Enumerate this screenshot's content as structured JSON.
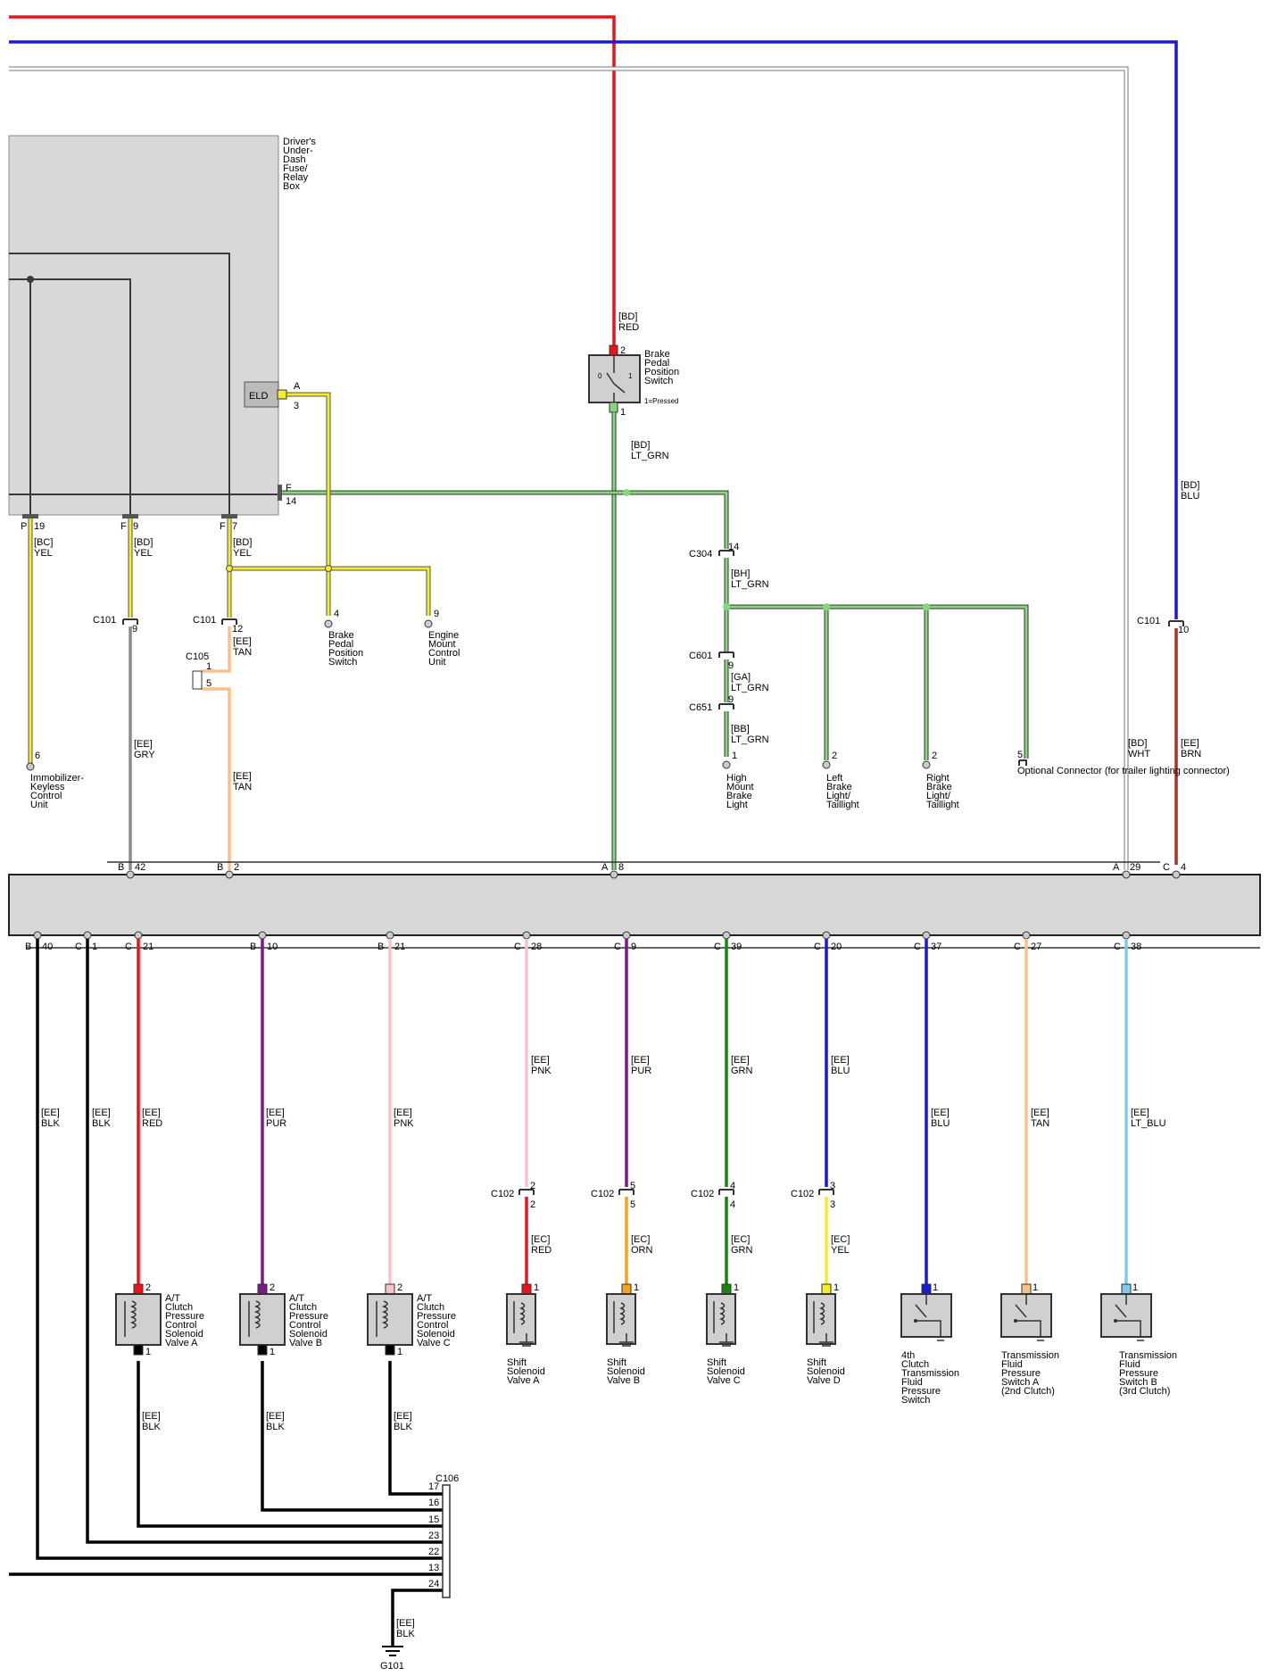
{
  "colors": {
    "RED": "#e8141c",
    "BLU": "#1a1ad2",
    "YEL": "#f2ee2a",
    "LT_GRN": "#88d67f",
    "GRY": "#8c8c8c",
    "TAN": "#f9c08c",
    "BRN": "#a8332e",
    "WHT": "#e2e2e2",
    "BLK": "#000000",
    "PUR": "#7b1a86",
    "PNK": "#f5c3c8",
    "GRN": "#16860e",
    "ORN": "#f2a41c",
    "LT_BLU": "#82c8ea",
    "BOX": "#d8d8d8",
    "DARK": "#3a3a3a"
  },
  "fuse_box": {
    "lines": [
      "Driver's",
      "Under-",
      "Dash",
      "Fuse/",
      "Relay",
      "Box"
    ],
    "eld": "ELD"
  },
  "pcm_strip_pins": {
    "top": [
      {
        "conn": "B",
        "pin": "42"
      },
      {
        "conn": "B",
        "pin": "2"
      },
      {
        "conn": "A",
        "pin": "8"
      },
      {
        "conn": "A",
        "pin": "29"
      },
      {
        "conn": "C",
        "pin": "4"
      }
    ],
    "bottom": [
      {
        "conn": "B",
        "pin": "40"
      },
      {
        "conn": "C",
        "pin": "1"
      },
      {
        "conn": "C",
        "pin": "21"
      },
      {
        "conn": "B",
        "pin": "10"
      },
      {
        "conn": "B",
        "pin": "21"
      },
      {
        "conn": "C",
        "pin": "28"
      },
      {
        "conn": "C",
        "pin": "9"
      },
      {
        "conn": "C",
        "pin": "39"
      },
      {
        "conn": "C",
        "pin": "20"
      },
      {
        "conn": "C",
        "pin": "37"
      },
      {
        "conn": "C",
        "pin": "27"
      },
      {
        "conn": "C",
        "pin": "38"
      }
    ]
  },
  "fuse_pins": [
    {
      "conn": "P",
      "pin": "19"
    },
    {
      "conn": "F",
      "pin": "9"
    },
    {
      "conn": "F",
      "pin": "7"
    },
    {
      "conn": "A",
      "pin": "3"
    },
    {
      "conn": "F",
      "pin": "14"
    }
  ],
  "wire_labels": [
    {
      "code": "[BD]",
      "color": "RED"
    },
    {
      "code": "[BD]",
      "color": "LT_GRN"
    },
    {
      "code": "[BD]",
      "color": "BLU"
    },
    {
      "code": "[BC]",
      "color": "YEL"
    },
    {
      "code": "[BD]",
      "color": "YEL"
    },
    {
      "code": "[BD]",
      "color": "YEL"
    },
    {
      "code": "[EE]",
      "color": "TAN"
    },
    {
      "code": "[EE]",
      "color": "GRY"
    },
    {
      "code": "[EE]",
      "color": "TAN"
    },
    {
      "code": "[BH]",
      "color": "LT_GRN"
    },
    {
      "code": "[GA]",
      "color": "LT_GRN"
    },
    {
      "code": "[BB]",
      "color": "LT_GRN"
    },
    {
      "code": "[BD]",
      "color": "WHT"
    },
    {
      "code": "[EE]",
      "color": "BRN"
    },
    {
      "code": "[EE]",
      "color": "BLK"
    },
    {
      "code": "[EE]",
      "color": "BLK"
    },
    {
      "code": "[EE]",
      "color": "RED"
    },
    {
      "code": "[EE]",
      "color": "PUR"
    },
    {
      "code": "[EE]",
      "color": "PNK"
    },
    {
      "code": "[EE]",
      "color": "PNK"
    },
    {
      "code": "[EE]",
      "color": "PUR"
    },
    {
      "code": "[EE]",
      "color": "GRN"
    },
    {
      "code": "[EE]",
      "color": "BLU"
    },
    {
      "code": "[EE]",
      "color": "BLU"
    },
    {
      "code": "[EE]",
      "color": "TAN"
    },
    {
      "code": "[EE]",
      "color": "LT_BLU"
    },
    {
      "code": "[EC]",
      "color": "RED"
    },
    {
      "code": "[EC]",
      "color": "ORN"
    },
    {
      "code": "[EC]",
      "color": "GRN"
    },
    {
      "code": "[EC]",
      "color": "YEL"
    },
    {
      "code": "[EE]",
      "color": "BLK"
    },
    {
      "code": "[EE]",
      "color": "BLK"
    },
    {
      "code": "[EE]",
      "color": "BLK"
    },
    {
      "code": "[EE]",
      "color": "BLK"
    }
  ],
  "connectors": [
    {
      "name": "C101",
      "pin": "9"
    },
    {
      "name": "C101",
      "pin": "12"
    },
    {
      "name": "C105",
      "pin": "1"
    },
    {
      "name": "C101",
      "pin": "10"
    },
    {
      "name": "C304",
      "pin": "14"
    },
    {
      "name": "C601",
      "pin": "9"
    },
    {
      "name": "C651",
      "pin": "9"
    },
    {
      "name": "C102",
      "pin": "2"
    },
    {
      "name": "C102",
      "pin": "5"
    },
    {
      "name": "C102",
      "pin": "4"
    },
    {
      "name": "C102",
      "pin": "3"
    }
  ],
  "extra_pins": [
    "5",
    "2",
    "1",
    "2",
    "1",
    "2",
    "5",
    "4",
    "3",
    "2",
    "1"
  ],
  "brake_switch": {
    "lines": [
      "Brake",
      "Pedal",
      "Position",
      "Switch"
    ],
    "note": "1=Pressed",
    "pos0": "0",
    "pos1": "1"
  },
  "components": [
    {
      "pin": "6",
      "lines": [
        "Immobilizer-",
        "Keyless",
        "Control",
        "Unit"
      ]
    },
    {
      "pin": "4",
      "lines": [
        "Brake",
        "Pedal",
        "Position",
        "Switch"
      ]
    },
    {
      "pin": "9",
      "lines": [
        "Engine",
        "Mount",
        "Control",
        "Unit"
      ]
    },
    {
      "pin": "1",
      "lines": [
        "High",
        "Mount",
        "Brake",
        "Light"
      ]
    },
    {
      "pin": "2",
      "lines": [
        "Left",
        "Brake",
        "Light/",
        "Taillight"
      ]
    },
    {
      "pin": "2",
      "lines": [
        "Right",
        "Brake",
        "Light/",
        "Taillight"
      ]
    },
    {
      "pin": "5",
      "lines": [
        "Optional Connector (for trailer lighting connector)"
      ]
    }
  ],
  "solenoids": [
    {
      "top": "2",
      "bottom": "1",
      "lines": [
        "A/T",
        "Clutch",
        "Pressure",
        "Control",
        "Solenoid",
        "Valve A"
      ]
    },
    {
      "top": "2",
      "bottom": "1",
      "lines": [
        "A/T",
        "Clutch",
        "Pressure",
        "Control",
        "Solenoid",
        "Valve B"
      ]
    },
    {
      "top": "2",
      "bottom": "1",
      "lines": [
        "A/T",
        "Clutch",
        "Pressure",
        "Control",
        "Solenoid",
        "Valve C"
      ]
    },
    {
      "top": "1",
      "lines": [
        "Shift",
        "Solenoid",
        "Valve A"
      ]
    },
    {
      "top": "1",
      "lines": [
        "Shift",
        "Solenoid",
        "Valve B"
      ]
    },
    {
      "top": "1",
      "lines": [
        "Shift",
        "Solenoid",
        "Valve C"
      ]
    },
    {
      "top": "1",
      "lines": [
        "Shift",
        "Solenoid",
        "Valve D"
      ]
    }
  ],
  "switches": [
    {
      "top": "1",
      "lines": [
        "4th",
        "Clutch",
        "Transmission",
        "Fluid",
        "Pressure",
        "Switch"
      ]
    },
    {
      "top": "1",
      "lines": [
        "Transmission",
        "Fluid",
        "Pressure",
        "Switch A",
        "(2nd Clutch)"
      ]
    },
    {
      "top": "1",
      "lines": [
        "Transmission",
        "Fluid",
        "Pressure",
        "Switch B",
        "(3rd Clutch)"
      ]
    }
  ],
  "c106": {
    "name": "C106",
    "pins": [
      "17",
      "16",
      "15",
      "23",
      "22",
      "13",
      "24"
    ]
  },
  "ground": {
    "label": "G101"
  }
}
